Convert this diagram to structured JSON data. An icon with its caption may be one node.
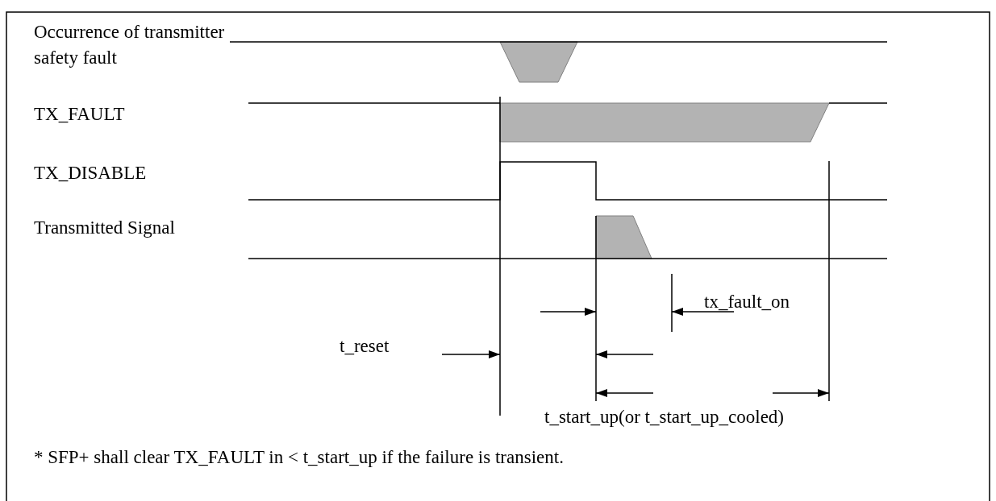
{
  "diagram": {
    "labels": [
      "Occurrence of transmitter safety fault",
      "TX_FAULT",
      "TX_DISABLE",
      "Transmitted Signal",
      "tx_fault_on",
      "t_reset",
      "t_start_up(or t_start_up_cooled)",
      "* SFP+ shall clear TX_FAULT in < t_start_up if the failure is transient."
    ]
  }
}
